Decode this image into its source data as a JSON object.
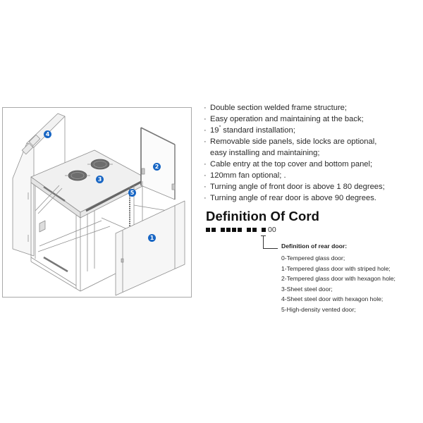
{
  "figure": {
    "badges": [
      {
        "id": "1",
        "label": "1",
        "part": "side-panel"
      },
      {
        "id": "2",
        "label": "2",
        "part": "rear-door"
      },
      {
        "id": "3",
        "label": "3",
        "part": "top-cover-fans"
      },
      {
        "id": "4",
        "label": "4",
        "part": "front-door"
      },
      {
        "id": "5",
        "label": "5",
        "part": "mounting-rail"
      }
    ],
    "badge_color": "#1866c4",
    "border_color": "#a9a9a9"
  },
  "features": {
    "items": [
      {
        "bullet": "·",
        "text": "Double section welded frame structure;"
      },
      {
        "bullet": "·",
        "text": "Easy operation and maintaining at the back;"
      },
      {
        "bullet": "·",
        "text_pre": "19",
        "text_sup": "”",
        "text_post": " standard installation;"
      },
      {
        "bullet": "·",
        "text": "Removable side panels, side locks are optional,"
      },
      {
        "bullet": "",
        "text": "easy installing and maintaining;"
      },
      {
        "bullet": "·",
        "text": "Cable entry at the top cover and bottom panel;"
      },
      {
        "bullet": "·",
        "text": "120mm fan optional; ."
      },
      {
        "bullet": "·",
        "text": "Turning angle of front door is above 1 80 degrees;"
      },
      {
        "bullet": "·",
        "text": "Turning angle of rear door is above 90 degrees."
      }
    ]
  },
  "cord": {
    "heading": "Definition Of Cord",
    "code_groups": [
      2,
      4,
      2,
      1
    ],
    "code_suffix": "00",
    "highlighted_group": 3,
    "rear_door": {
      "title": "Definition of rear door:",
      "options": [
        "0-Tempered glass door;",
        "1-Tempered glass door with striped hole;",
        "2-Tempered glass door with hexagon hole;",
        "3-Sheet steel door;",
        "4-Sheet steel door with hexagon hole;",
        "5-High-density vented door;"
      ]
    }
  }
}
